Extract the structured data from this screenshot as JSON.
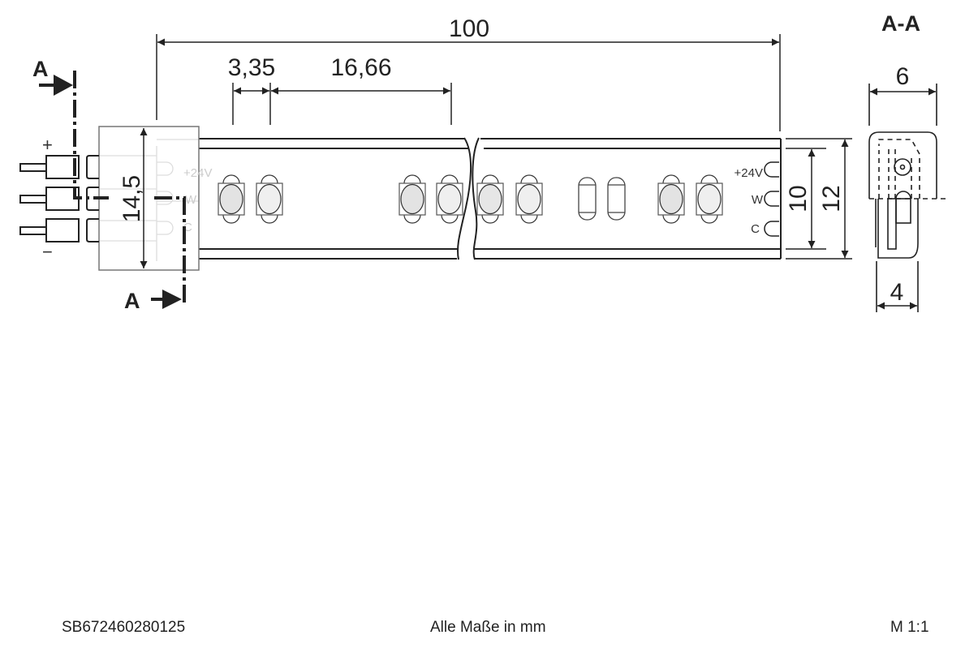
{
  "dimensions": {
    "total_length": "100",
    "pitch_small": "3,35",
    "pitch_large": "16,66",
    "connector_height": "14,5",
    "strip_inner_width": "10",
    "strip_outer_width": "12",
    "section_width": "6",
    "section_inner_width": "4"
  },
  "section": {
    "title": "A-A",
    "marker_top": "A",
    "marker_bottom": "A"
  },
  "connector": {
    "plus": "+",
    "minus": "−",
    "faint_contacts": [
      "+24V",
      "W",
      "C"
    ]
  },
  "strip_contacts": [
    "+24V",
    "W",
    "C"
  ],
  "footer": {
    "part_number": "SB672460280125",
    "units_note": "Alle Maße in mm",
    "scale": "M 1:1"
  },
  "colors": {
    "line": "#222222",
    "led_fill": "#e6e6e6",
    "connector_line": "#777777"
  }
}
